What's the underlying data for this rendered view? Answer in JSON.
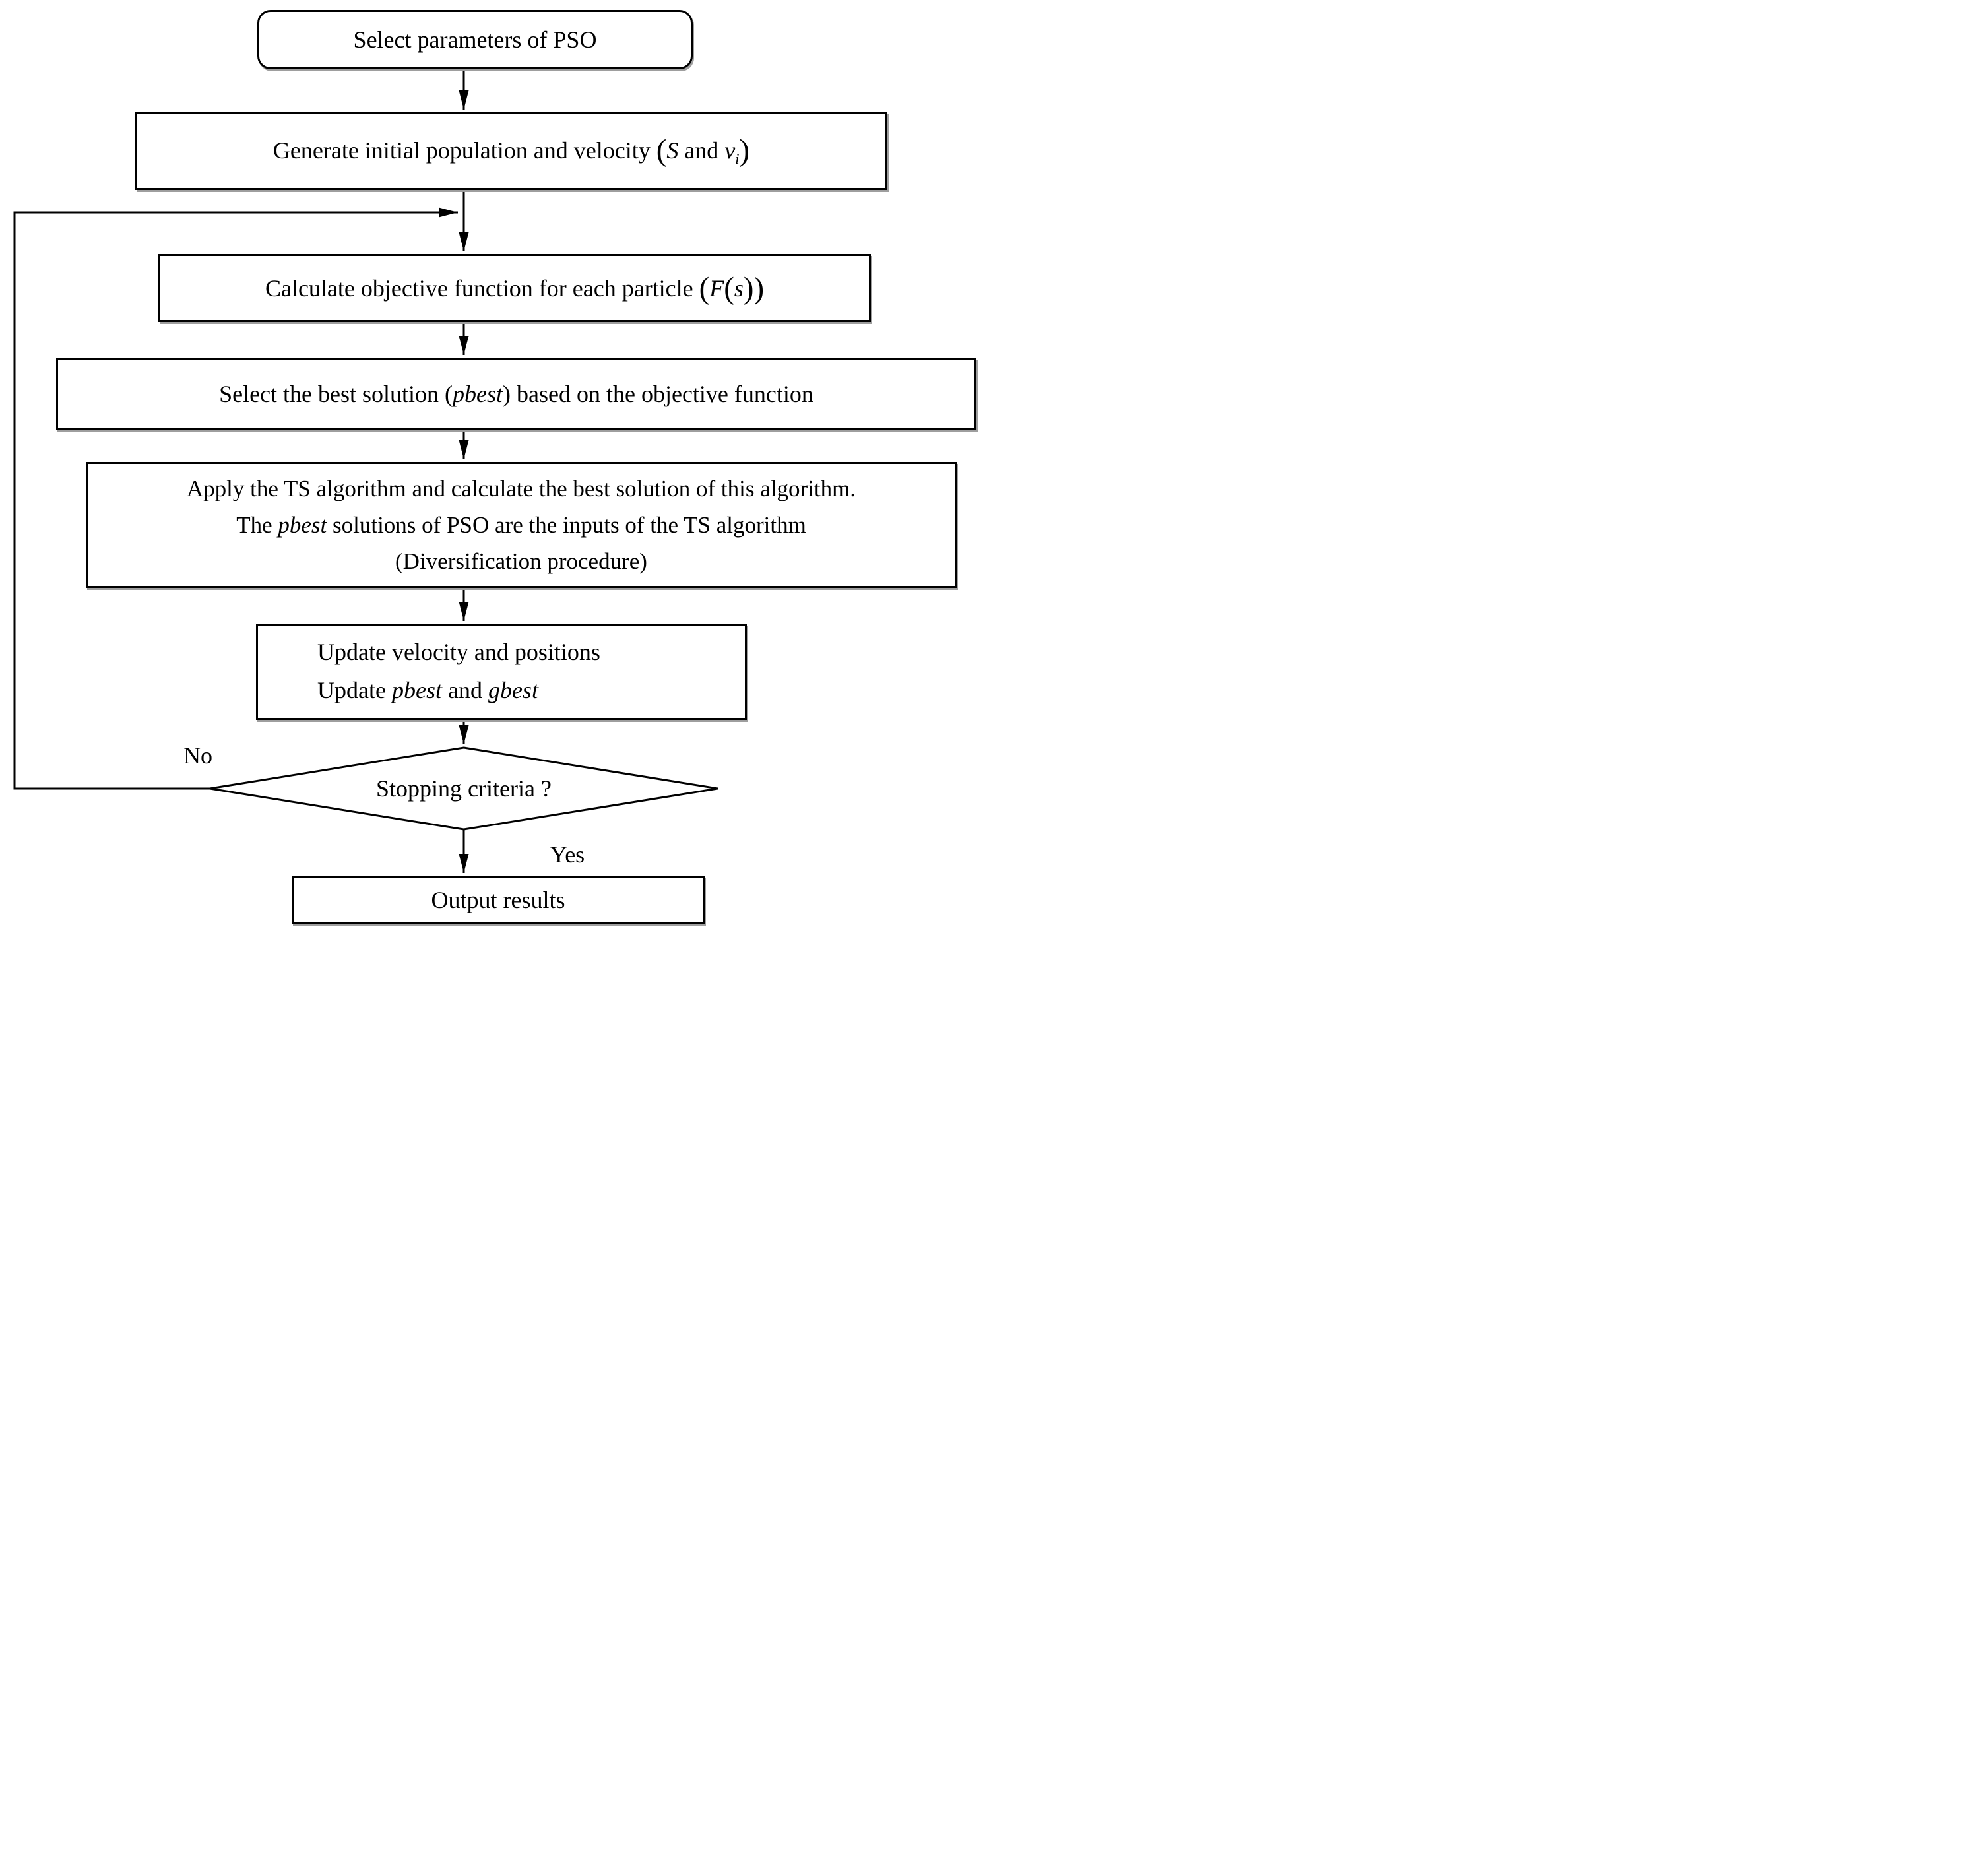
{
  "flowchart": {
    "nodes": {
      "select_params": {
        "label": "Select parameters of PSO"
      },
      "generate": {
        "prefix": "Generate initial population and velocity ",
        "open": "(",
        "S": "S",
        "mid": " and ",
        "v": "v",
        "sub": "i",
        "close": ")"
      },
      "calculate": {
        "prefix": "Calculate objective function for each particle ",
        "open": "(",
        "F": "F",
        "inner_open": "(",
        "s": "s",
        "inner_close": ")",
        "close": ")"
      },
      "select_best": {
        "p1": "Select the best solution (",
        "pbest": "pbest",
        "p2": ") based on the objective function"
      },
      "apply_ts": {
        "line1": "Apply the TS algorithm and calculate the best solution of this algorithm.",
        "line2_p1": "The ",
        "line2_pbest": "pbest",
        "line2_p2": " solutions of PSO are the inputs of the TS algorithm",
        "line3": "(Diversification procedure)"
      },
      "update": {
        "line1": "Update velocity and positions",
        "line2_p1": "Update ",
        "pbest": "pbest",
        "mid": " and ",
        "gbest": "gbest"
      },
      "decision": {
        "label": "Stopping criteria ?"
      },
      "output": {
        "label": "Output results"
      }
    },
    "edge_labels": {
      "no": "No",
      "yes": "Yes"
    },
    "colors": {
      "stroke": "#000000",
      "fill": "#ffffff",
      "shadow": "#9e9e9e",
      "text": "#000000"
    }
  }
}
